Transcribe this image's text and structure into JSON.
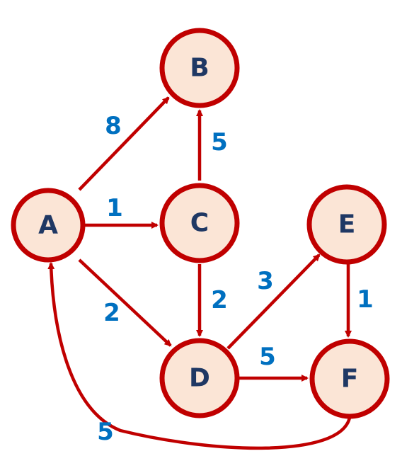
{
  "colors": {
    "node_fill": "#fbe5d6",
    "node_stroke": "#c00000",
    "node_text": "#1f3864",
    "edge_stroke": "#c00000",
    "weight_text": "#0070c0",
    "background": "#ffffff"
  },
  "nodes": [
    {
      "id": "A",
      "label": "A"
    },
    {
      "id": "B",
      "label": "B"
    },
    {
      "id": "C",
      "label": "C"
    },
    {
      "id": "D",
      "label": "D"
    },
    {
      "id": "E",
      "label": "E"
    },
    {
      "id": "F",
      "label": "F"
    }
  ],
  "edges": [
    {
      "from": "A",
      "to": "B",
      "weight": "8"
    },
    {
      "from": "A",
      "to": "C",
      "weight": "1"
    },
    {
      "from": "A",
      "to": "D",
      "weight": "2"
    },
    {
      "from": "C",
      "to": "B",
      "weight": "5"
    },
    {
      "from": "C",
      "to": "D",
      "weight": "2"
    },
    {
      "from": "D",
      "to": "E",
      "weight": "3"
    },
    {
      "from": "D",
      "to": "F",
      "weight": "5"
    },
    {
      "from": "E",
      "to": "F",
      "weight": "1"
    },
    {
      "from": "F",
      "to": "A",
      "weight": "5"
    }
  ]
}
